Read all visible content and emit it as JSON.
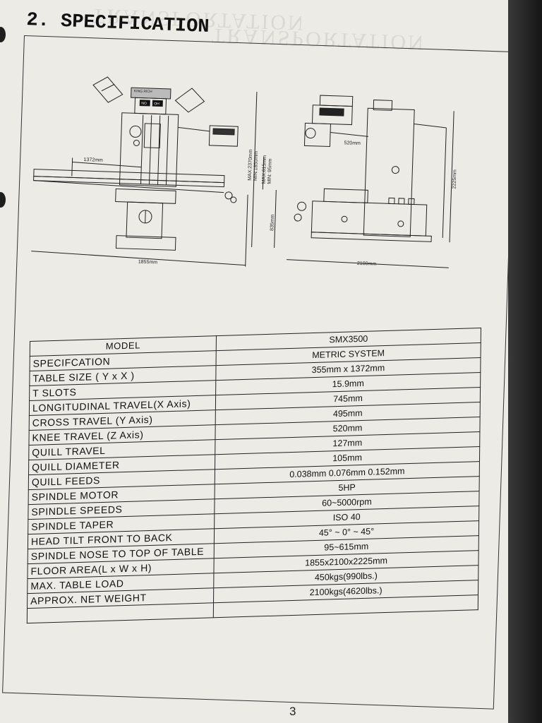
{
  "section_title": "2. SPECIFICATION",
  "bleed_through": "TRANSPORTATION",
  "drawings": {
    "front": {
      "badge_brand": "KING RICH",
      "badge_left": "NO",
      "badge_right": "OH",
      "dim_table_travel": "1372mm",
      "dim_width": "1855mm"
    },
    "side": {
      "dim_height_max": "MAX:2370mm",
      "dim_height_min": "MIN:1850mm",
      "dim_quill_max": "MAX:615mm",
      "dim_quill_min": "MIN: 95mm",
      "dim_reach": "520mm",
      "dim_table_height": "835mm",
      "dim_overall_height": "2225mm",
      "dim_depth": "2100mm"
    }
  },
  "spec_table": {
    "rows": [
      {
        "label": "MODEL",
        "value": "SMX3500"
      },
      {
        "label": "SPECIFCATION",
        "value": "METRIC SYSTEM"
      },
      {
        "label": "TABLE SIZE ( Y x X )",
        "value": "355mm x 1372mm"
      },
      {
        "label": "T SLOTS",
        "value": "15.9mm"
      },
      {
        "label": "LONGITUDINAL TRAVEL(X Axis)",
        "value": "745mm"
      },
      {
        "label": "CROSS TRAVEL (Y Axis)",
        "value": "495mm"
      },
      {
        "label": "KNEE TRAVEL (Z Axis)",
        "value": "520mm"
      },
      {
        "label": "QUILL TRAVEL",
        "value": "127mm"
      },
      {
        "label": "QUILL DIAMETER",
        "value": "105mm"
      },
      {
        "label": "QUILL FEEDS",
        "value": "0.038mm 0.076mm 0.152mm"
      },
      {
        "label": "SPINDLE MOTOR",
        "value": "5HP"
      },
      {
        "label": "SPINDLE SPEEDS",
        "value": "60~5000rpm"
      },
      {
        "label": "SPINDLE TAPER",
        "value": "ISO 40"
      },
      {
        "label": "HEAD TILT FRONT TO BACK",
        "value": "45° ~ 0° ~ 45°"
      },
      {
        "label": "SPINDLE NOSE TO TOP OF TABLE",
        "value": "95~615mm"
      },
      {
        "label": "FLOOR AREA(L x W x H)",
        "value": "1855x2100x2225mm"
      },
      {
        "label": "MAX. TABLE LOAD",
        "value": "450kgs(990lbs.)"
      },
      {
        "label": "APPROX. NET WEIGHT",
        "value": "2100kgs(4620lbs.)"
      }
    ]
  },
  "page_number": "3"
}
